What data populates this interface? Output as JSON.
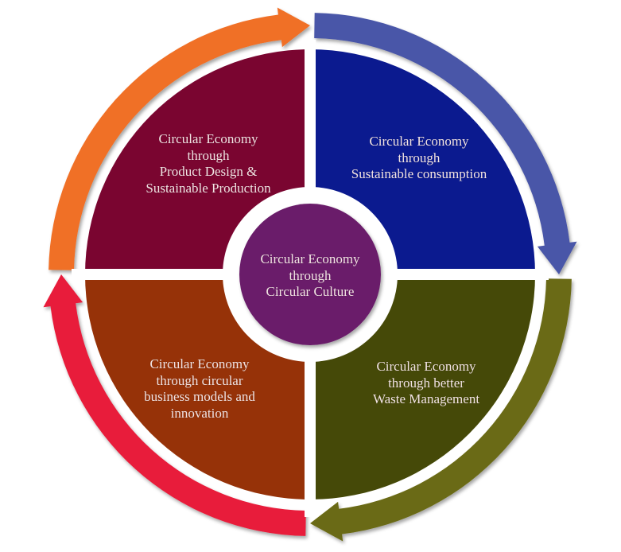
{
  "diagram": {
    "center": {
      "lines": [
        "Circular Economy",
        "through",
        "Circular Culture"
      ],
      "color": "#6a1f6a"
    },
    "quadrants": [
      {
        "id": "top-left",
        "lines": [
          "Circular Economy",
          "through",
          "Product Design &",
          "Sustainable Production"
        ],
        "color": "#7a0530"
      },
      {
        "id": "top-right",
        "lines": [
          "Circular Economy",
          "through",
          "Sustainable consumption"
        ],
        "color": "#0b1a8f"
      },
      {
        "id": "bottom-right",
        "lines": [
          "Circular Economy",
          "through better",
          "Waste Management"
        ],
        "color": "#454908"
      },
      {
        "id": "bottom-left",
        "lines": [
          "Circular Economy",
          "through circular",
          "business models and",
          "innovation"
        ],
        "color": "#963208"
      }
    ],
    "arrows": [
      {
        "id": "orange",
        "color": "#f07028",
        "direction": "clockwise"
      },
      {
        "id": "blue",
        "color": "#4a56a8",
        "direction": "clockwise"
      },
      {
        "id": "olive",
        "color": "#6b6b12",
        "direction": "clockwise"
      },
      {
        "id": "red",
        "color": "#e81e3a",
        "direction": "clockwise"
      }
    ]
  }
}
